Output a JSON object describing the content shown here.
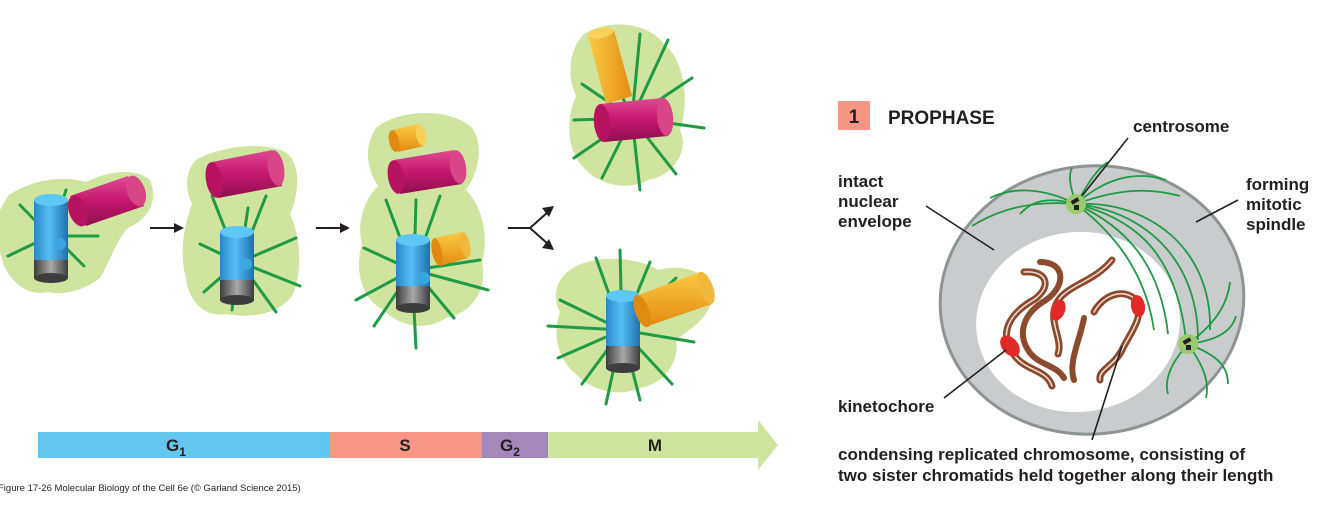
{
  "cycle_bar": {
    "segments": [
      {
        "key": "g1",
        "letter": "G",
        "sub": "1",
        "color": "#62c6ef"
      },
      {
        "key": "s",
        "letter": "S",
        "sub": "",
        "color": "#f79685"
      },
      {
        "key": "g2",
        "letter": "G",
        "sub": "2",
        "color": "#a487bb"
      },
      {
        "key": "m",
        "letter": "M",
        "sub": "",
        "color": "#cfe49f"
      }
    ]
  },
  "caption": "Figure 17-26  Molecular Biology of the Cell 6e (© Garland Science 2015)",
  "prophase": {
    "number": "1",
    "title": "PROPHASE",
    "labels": {
      "centrosome": "centrosome",
      "intact_line1": "intact",
      "intact_line2": "nuclear",
      "intact_line3": "envelope",
      "forming_line1": "forming",
      "forming_line2": "mitotic",
      "forming_line3": "spindle",
      "kinetochore": "kinetochore",
      "condensing_line1": "condensing replicated chromosome, consisting of",
      "condensing_line2": "two sister chromatids held together along their length"
    }
  },
  "colors": {
    "cytoplasm": "#cfe49f",
    "mother_centriole": "#3aa6e0",
    "daughter_centriole": "#c4176c",
    "new_centriole": "#f0a320",
    "microtubule": "#1f9a45",
    "nuclear_cell": "#c9cccc",
    "chromosome": "#8b4a2c",
    "kinetochore": "#e12a26",
    "label_box": "#f79685"
  }
}
